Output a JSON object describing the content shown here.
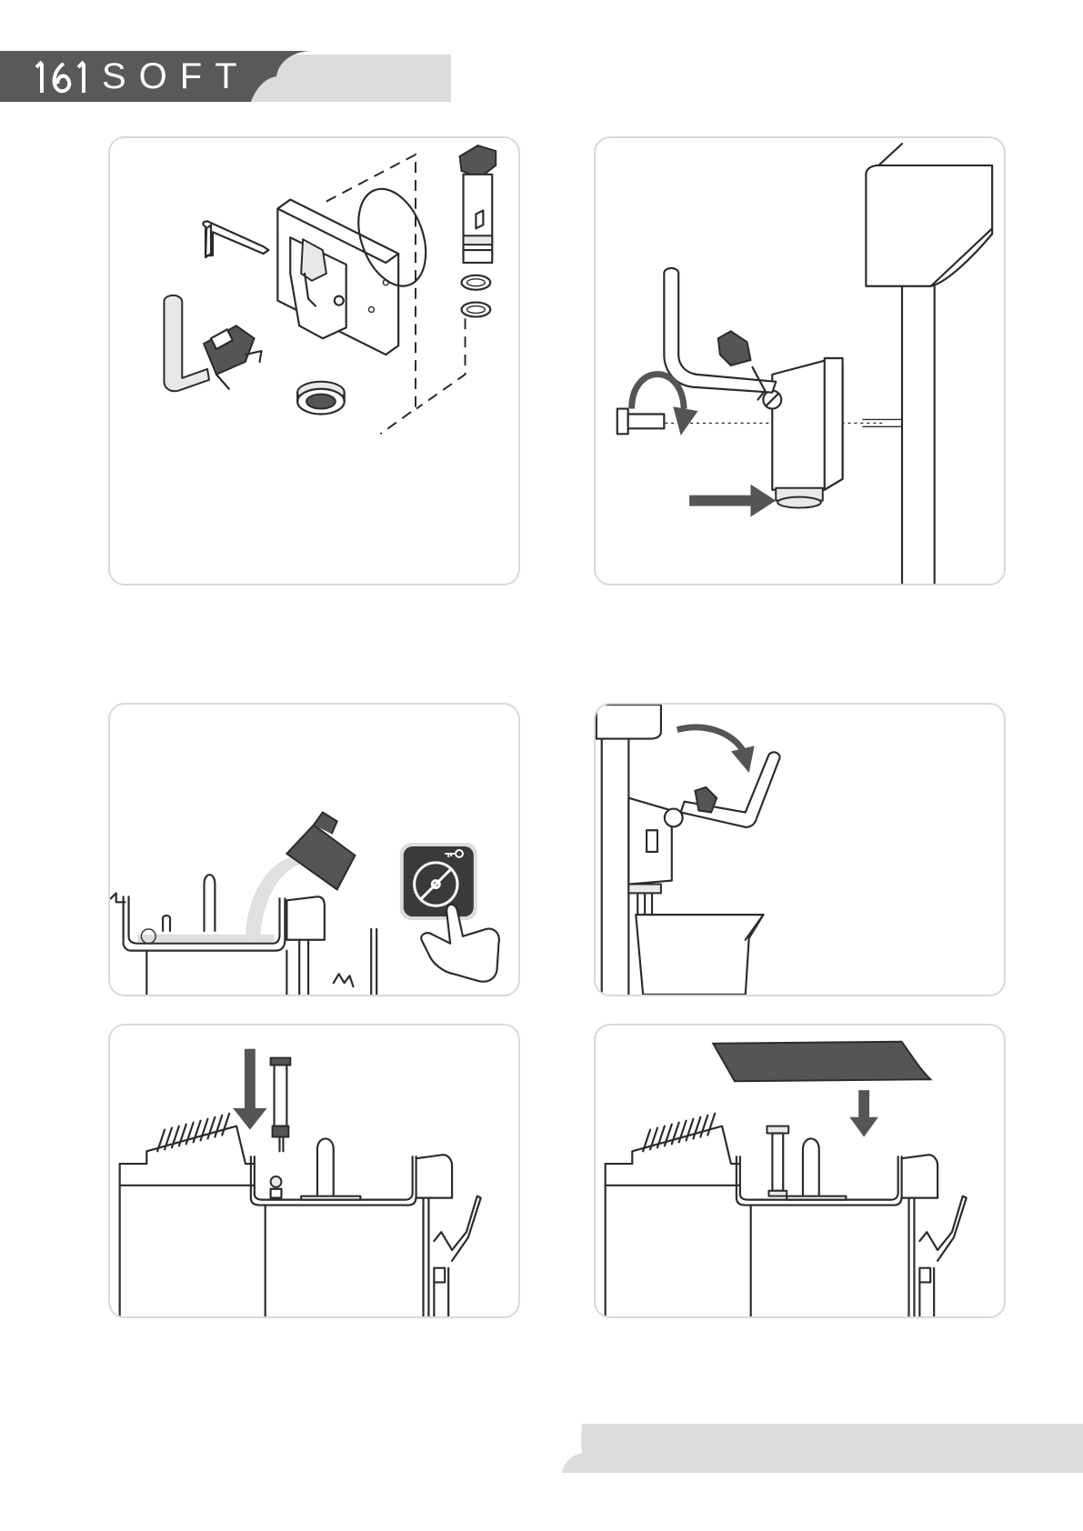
{
  "header": {
    "brand": "1 1 SOFT",
    "brand_color": "#58595b",
    "tab_color": "#dcdcdc"
  },
  "footer": {
    "tab_color": "#dcdcdc"
  },
  "panels": [
    {
      "id": "p1",
      "illustration": "exploded-parts"
    },
    {
      "id": "p2",
      "illustration": "valve-mounting"
    },
    {
      "id": "p3",
      "illustration": "pour-sanitizer-press-key"
    },
    {
      "id": "p4",
      "illustration": "open-valve-drain"
    },
    {
      "id": "p5",
      "illustration": "insert-tube"
    },
    {
      "id": "p6",
      "illustration": "place-cover"
    }
  ],
  "icons": {
    "key_button": "disc-key-icon",
    "hand": "pointing-hand-icon"
  }
}
